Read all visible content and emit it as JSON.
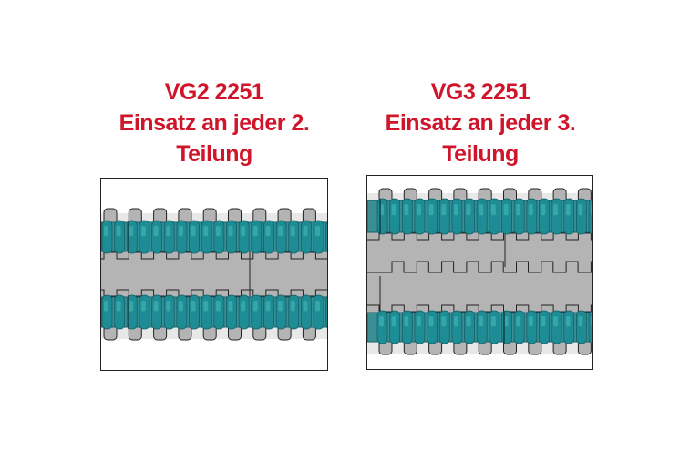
{
  "panels": [
    {
      "name": "VG2 2251",
      "line2": "Einsatz an jeder 2.",
      "line3": "Teilung",
      "insert_every": 2
    },
    {
      "name": "VG3 2251",
      "line2": "Einsatz an jeder 3.",
      "line3": "Teilung",
      "insert_every": 3
    }
  ],
  "colors": {
    "title": "#d0142a",
    "belt": "#b4b4b4",
    "insert": "#1e8c94",
    "insert_light": "#3fb0b4",
    "outline": "#222222"
  }
}
